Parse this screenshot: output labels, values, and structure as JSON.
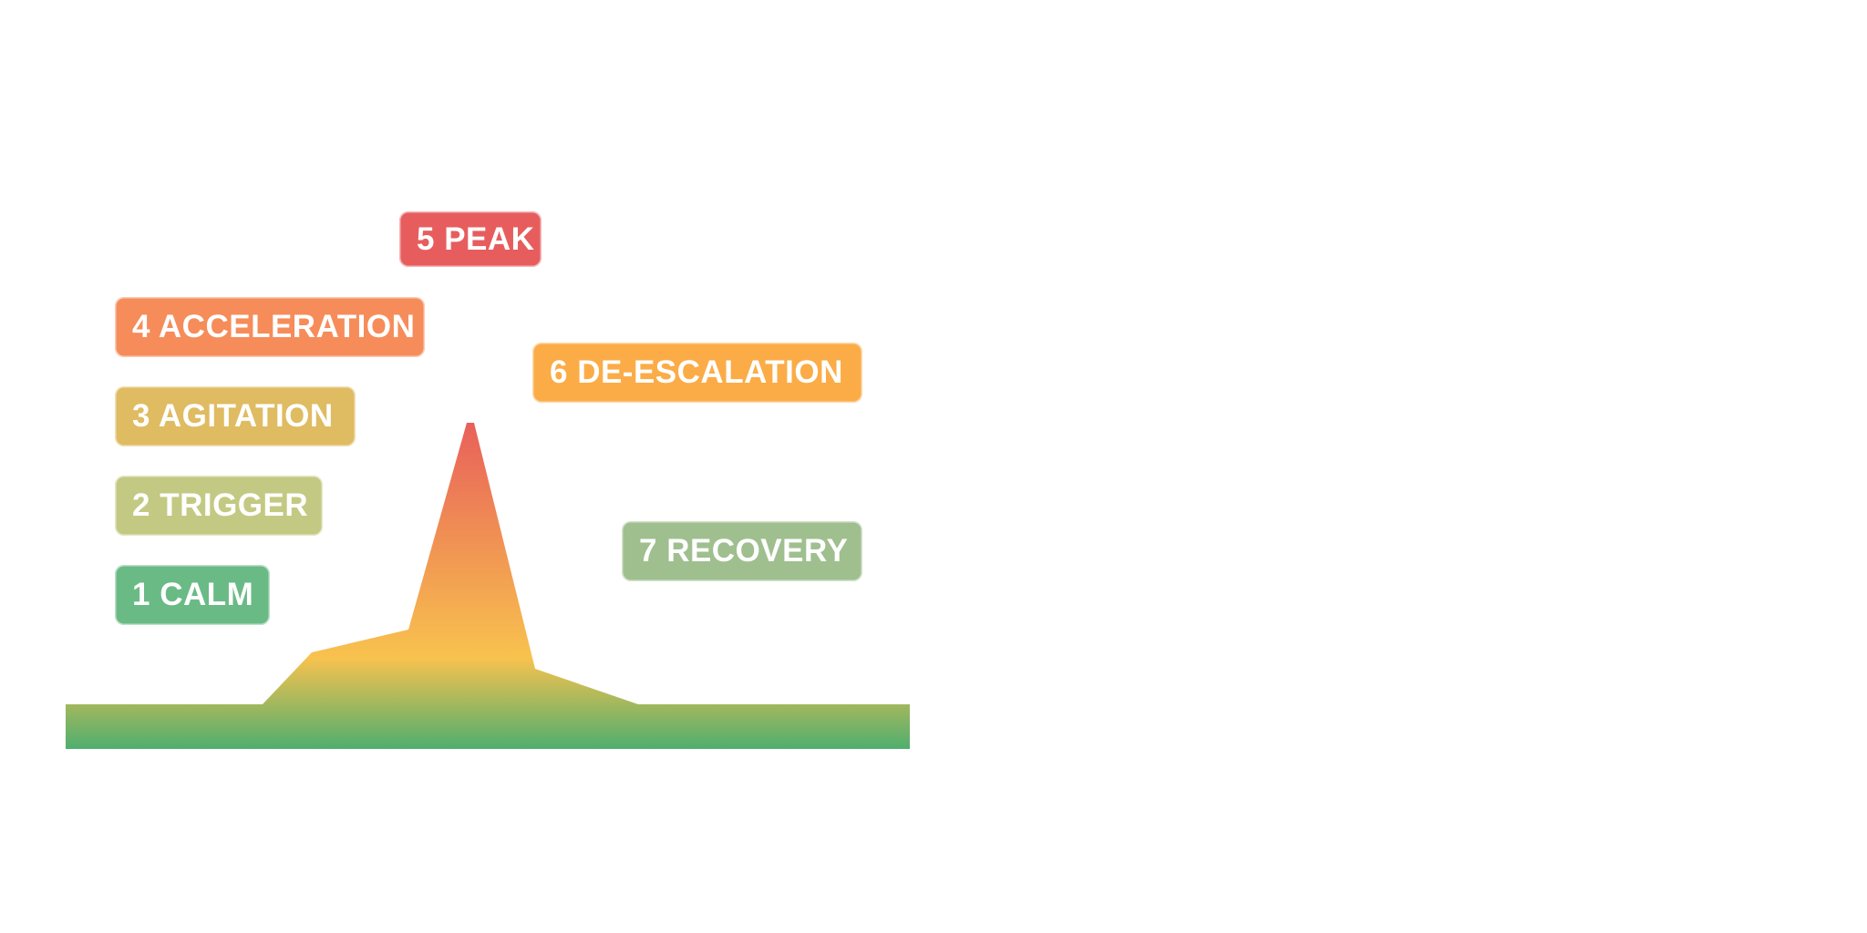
{
  "diagram": {
    "phases": [
      {
        "label": "1 CALM",
        "color": "#6aba85"
      },
      {
        "label": "2 TRIGGER",
        "color": "#c3c982"
      },
      {
        "label": "3 AGITATION",
        "color": "#dfbb62"
      },
      {
        "label": "4 ACCELERATION",
        "color": "#f68c5a"
      },
      {
        "label": "5 PEAK",
        "color": "#e75d5e"
      },
      {
        "label": "6 DE-ESCALATION",
        "color": "#fbac47"
      },
      {
        "label": "7 RECOVERY",
        "color": "#9fbf8f"
      }
    ],
    "curve_colors": {
      "peak": "#e8605a",
      "middle": "#f8c24e",
      "base": "#4fae6e"
    }
  }
}
